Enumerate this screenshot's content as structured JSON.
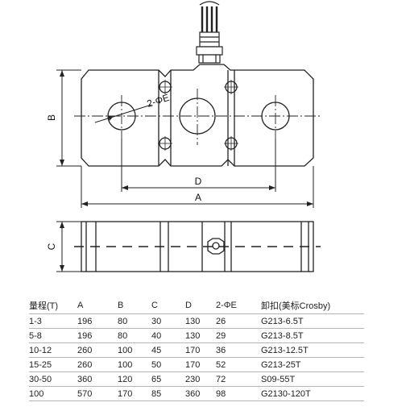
{
  "drawing": {
    "labels": {
      "dim_a": "A",
      "dim_b": "B",
      "dim_c": "C",
      "dim_d": "D",
      "hole_callout": "2-ΦE"
    }
  },
  "table": {
    "headers": [
      "量程(T)",
      "A",
      "B",
      "C",
      "D",
      "2-ΦE",
      "卸扣(美标Crosby)"
    ],
    "rows": [
      [
        "1-3",
        "196",
        "80",
        "30",
        "130",
        "26",
        "G213-6.5T"
      ],
      [
        "5-8",
        "196",
        "80",
        "40",
        "130",
        "29",
        "G213-8.5T"
      ],
      [
        "10-12",
        "260",
        "100",
        "45",
        "170",
        "36",
        "G213-12.5T"
      ],
      [
        "15-25",
        "260",
        "100",
        "50",
        "170",
        "52",
        "G213-25T"
      ],
      [
        "30-50",
        "360",
        "120",
        "65",
        "230",
        "72",
        "S09-55T"
      ],
      [
        "100",
        "570",
        "170",
        "85",
        "360",
        "98",
        "G2130-120T"
      ]
    ]
  }
}
